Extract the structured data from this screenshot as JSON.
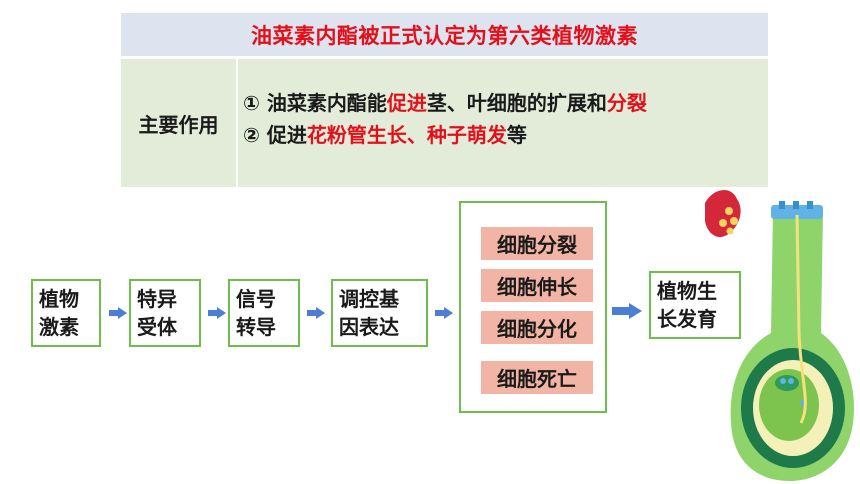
{
  "title": "油菜素内酯被正式认定为第六类植物激素",
  "info": {
    "label": "主要作用",
    "line1": {
      "num": "①",
      "a": "油菜素内酯能",
      "b": "促进",
      "c": "茎、叶细胞的扩展和",
      "d": "分裂"
    },
    "line2": {
      "num": "②",
      "a": "促进",
      "b": "花粉管生长",
      "c": "、",
      "d": "种子萌发",
      "e": "等"
    }
  },
  "flow": {
    "step1": {
      "l1": "植物",
      "l2": "激素"
    },
    "step2": {
      "l1": "特异",
      "l2": "受体"
    },
    "step3": {
      "l1": "信号",
      "l2": "转导"
    },
    "step4": {
      "l1": "调控基",
      "l2": "因表达"
    },
    "outcomes": [
      "细胞分裂",
      "细胞伸长",
      "细胞分化",
      "细胞死亡"
    ],
    "result": {
      "l1": "植物生",
      "l2": "长发育"
    }
  },
  "colors": {
    "accent_red": "#e3101b",
    "box_border": "#6cc04a",
    "outcome_fill": "#f2b4a4",
    "arrow": "#4a7fd4"
  }
}
